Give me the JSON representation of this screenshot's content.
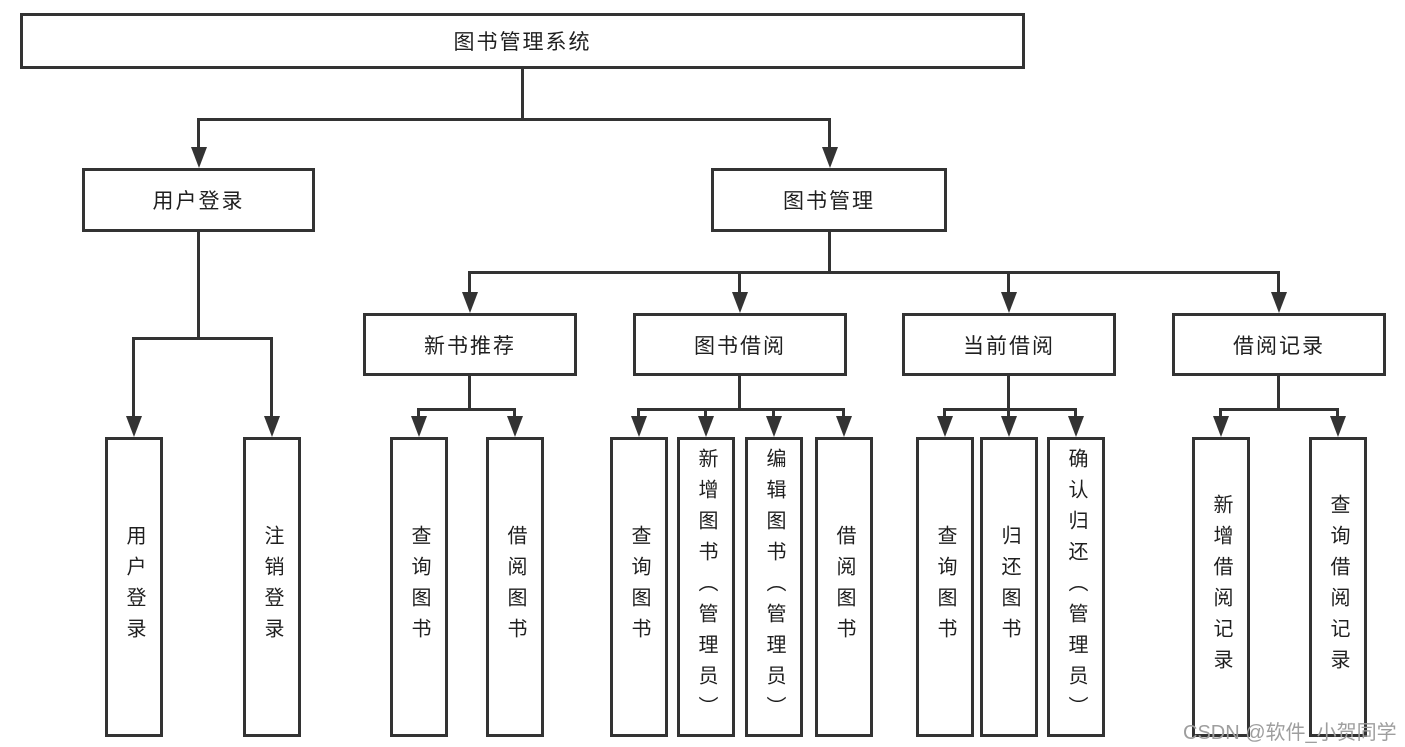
{
  "colors": {
    "line": "#333333",
    "text": "#1f1f1f",
    "background": "#ffffff",
    "watermark": "#9e9e9e"
  },
  "nodes": {
    "root": {
      "label": "图书管理系统"
    },
    "user_login": {
      "label": "用户登录"
    },
    "book_mgmt": {
      "label": "图书管理"
    },
    "new_book_rec": {
      "label": "新书推荐"
    },
    "book_borrow": {
      "label": "图书借阅"
    },
    "cur_borrow": {
      "label": "当前借阅"
    },
    "borrow_rec": {
      "label": "借阅记录"
    },
    "login_user": {
      "label": "用户登录"
    },
    "login_logout": {
      "label": "注销登录"
    },
    "rec_query": {
      "label": "查询图书"
    },
    "rec_borrow": {
      "label": "借阅图书"
    },
    "bb_query": {
      "label": "查询图书"
    },
    "bb_add": {
      "label": "新增图书（管理员）"
    },
    "bb_edit": {
      "label": "编辑图书（管理员）"
    },
    "bb_borrow": {
      "label": "借阅图书"
    },
    "cb_query": {
      "label": "查询图书"
    },
    "cb_return": {
      "label": "归还图书"
    },
    "cb_confirm": {
      "label": "确认归还（管理员）"
    },
    "br_add": {
      "label": "新增借阅记录"
    },
    "br_query": {
      "label": "查询借阅记录"
    }
  },
  "watermark": {
    "text": "CSDN @软件_小贺同学"
  }
}
